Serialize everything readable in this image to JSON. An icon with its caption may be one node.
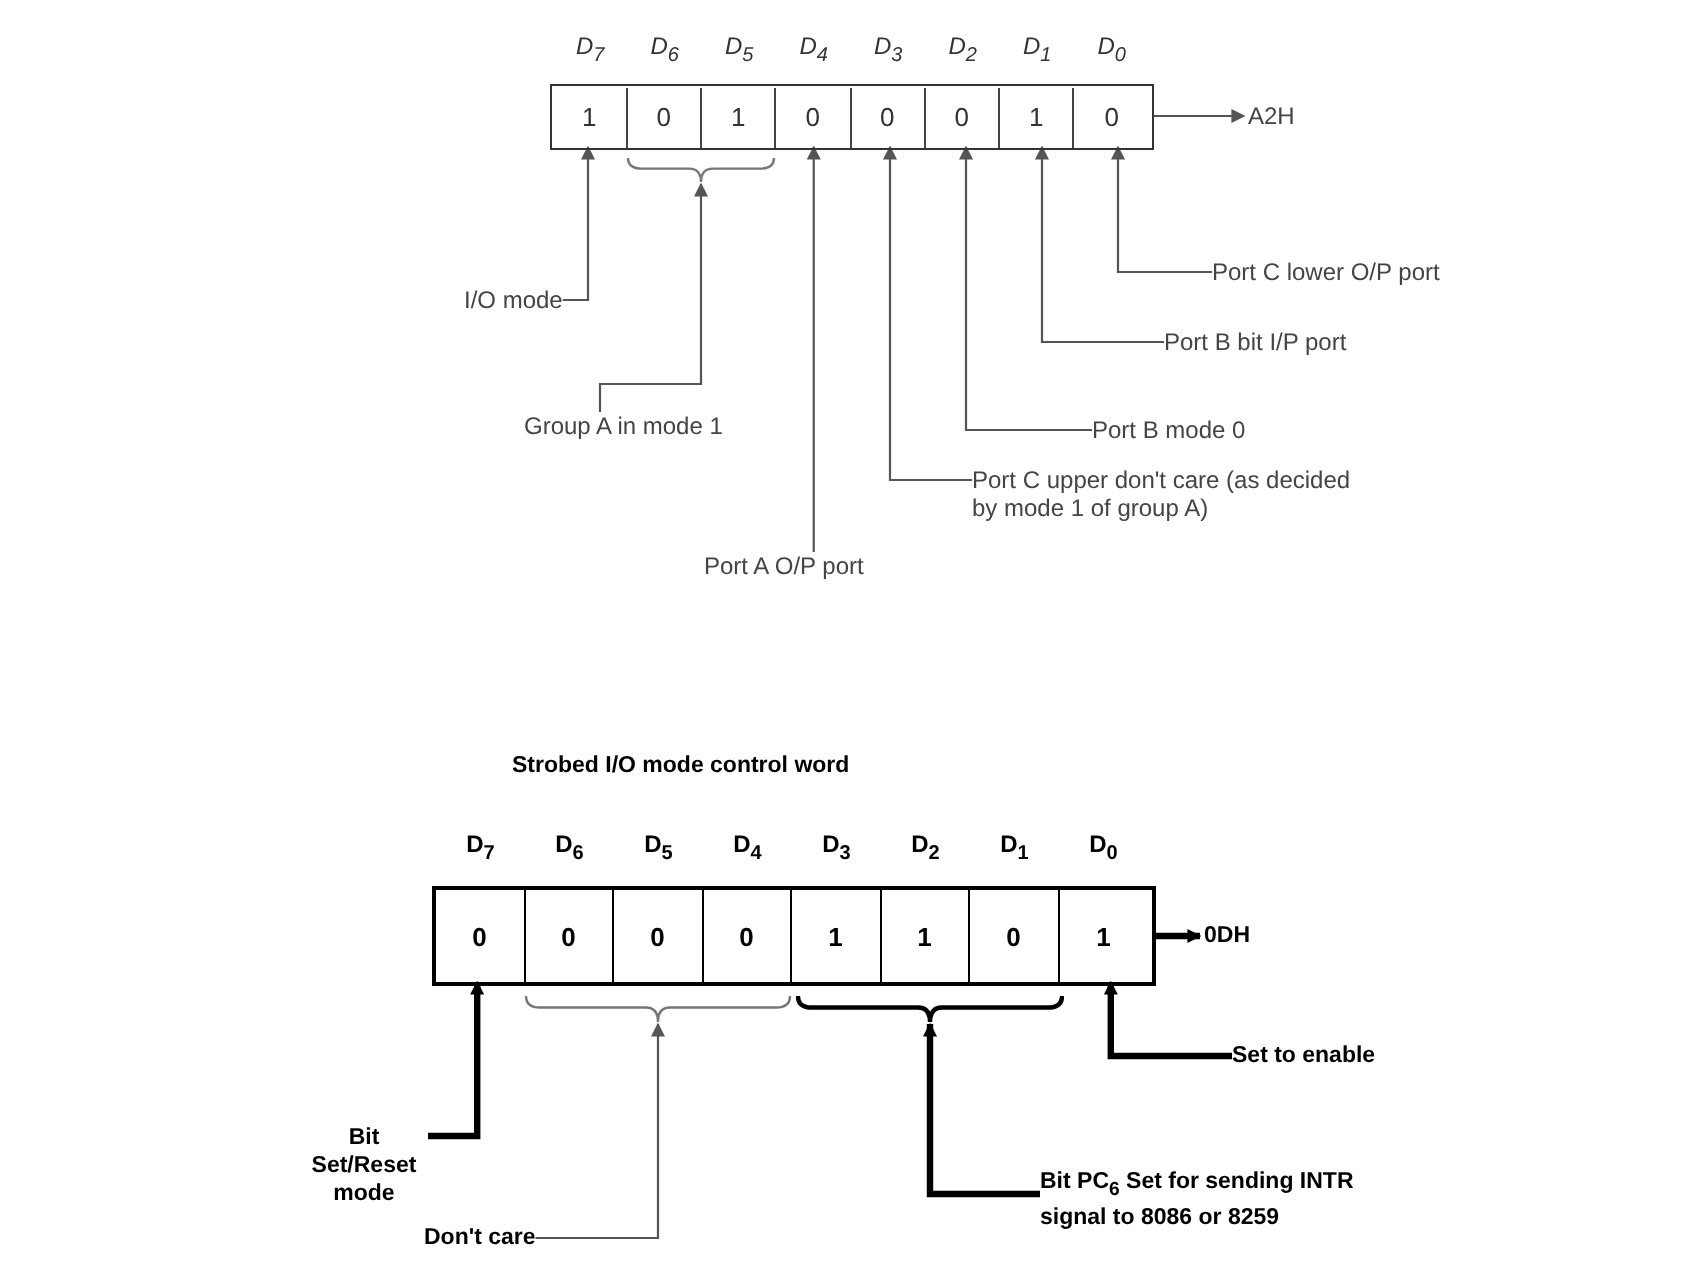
{
  "diagram": {
    "nodes": [
      {
        "text": [],
        "shape": "box"
      },
      {
        "text": [
          "D$_{7}$",
          "1"
        ],
        "in": 0
      },
      {
        "text": [
          "D$_{6}$",
          "0"
        ],
        "in": 0
      },
      {
        "text": [
          "D$_{5}$",
          "1"
        ],
        "in": 0
      },
      {
        "text": [
          "D$_{4}$",
          "0"
        ],
        "in": 0
      },
      {
        "text": [
          "D$_{3}$",
          "0"
        ],
        "in": 0
      },
      {
        "text": [
          "D$_{2}$",
          "0"
        ],
        "in": 0
      },
      {
        "text": [
          "D$_{1}$",
          "1"
        ],
        "in": 0
      },
      {
        "text": [
          "D$_{0}$",
          "0"
        ],
        "in": 0
      },
      {
        "text": [
          "A2H"
        ]
      },
      {
        "text": [],
        "shape": "bracket"
      },
      {
        "text": [
          "I/O mode"
        ]
      },
      {
        "text": [
          "Group A in mode 1"
        ]
      },
      {
        "text": [
          "Port A O/P port"
        ]
      },
      {
        "text": [
          "Port C upper don't care (as decided by mode 1 of group A)"
        ]
      },
      {
        "text": [
          "Port B mode 0"
        ]
      },
      {
        "text": [
          "Port B bit I/P port"
        ]
      },
      {
        "text": [
          "Port C lower O/P port"
        ]
      },
      {
        "text": [
          "Strobed I/O mode control word"
        ]
      },
      {
        "text": [
          "D$_{7}$",
          "0"
        ],
        "in": 18
      },
      {
        "text": [
          "D$_{6}$",
          "0"
        ],
        "in": 18
      },
      {
        "text": [
          "D$_{5}$",
          "0"
        ],
        "in": 18
      },
      {
        "text": [
          "D$_{4}$",
          "0"
        ],
        "in": 18
      },
      {
        "text": [
          "D$_{3}$",
          "1"
        ],
        "in": 18
      },
      {
        "text": [
          "D$_{2}$",
          "1"
        ],
        "in": 18
      },
      {
        "text": [
          "D$_{1}$",
          "0"
        ],
        "in": 18
      },
      {
        "text": [
          "D$_{0}$",
          "1"
        ],
        "in": 18
      },
      {
        "text": [
          "0DH"
        ]
      },
      {
        "text": [],
        "shape": "bracket"
      },
      {
        "text": [],
        "shape": "bracket"
      },
      {
        "text": [
          "Bit Set/Reset mode"
        ]
      },
      {
        "text": [
          "Don't care"
        ]
      },
      {
        "text": [
          "Bit PC$_{6}$ Set for sending INTR signal to 8086 or 8259"
        ]
      },
      {
        "text": [
          "Set to enable"
        ]
      }
    ],
    "edges": [
      {
        "from": 0,
        "to": 9,
        "arrow": "to"
      },
      {
        "from": 11,
        "to": 1,
        "arrow": "to"
      },
      {
        "from": 12,
        "to": 10,
        "arrow": "to"
      },
      {
        "from": 13,
        "to": 4,
        "arrow": "to"
      },
      {
        "from": 14,
        "to": 5,
        "arrow": "to"
      },
      {
        "from": 15,
        "to": 6,
        "arrow": "to"
      },
      {
        "from": 16,
        "to": 7,
        "arrow": "to"
      },
      {
        "from": 17,
        "to": 8,
        "arrow": "to"
      },
      {
        "from": 18,
        "to": 27,
        "arrow": "to",
        "style": "thick"
      },
      {
        "from": 30,
        "to": 19,
        "arrow": "to",
        "style": "thick"
      },
      {
        "from": 31,
        "to": 28,
        "arrow": "to"
      },
      {
        "from": 32,
        "to": 29,
        "arrow": "to",
        "style": "thick"
      },
      {
        "from": 33,
        "to": 26,
        "arrow": "to",
        "style": "thick"
      }
    ]
  }
}
